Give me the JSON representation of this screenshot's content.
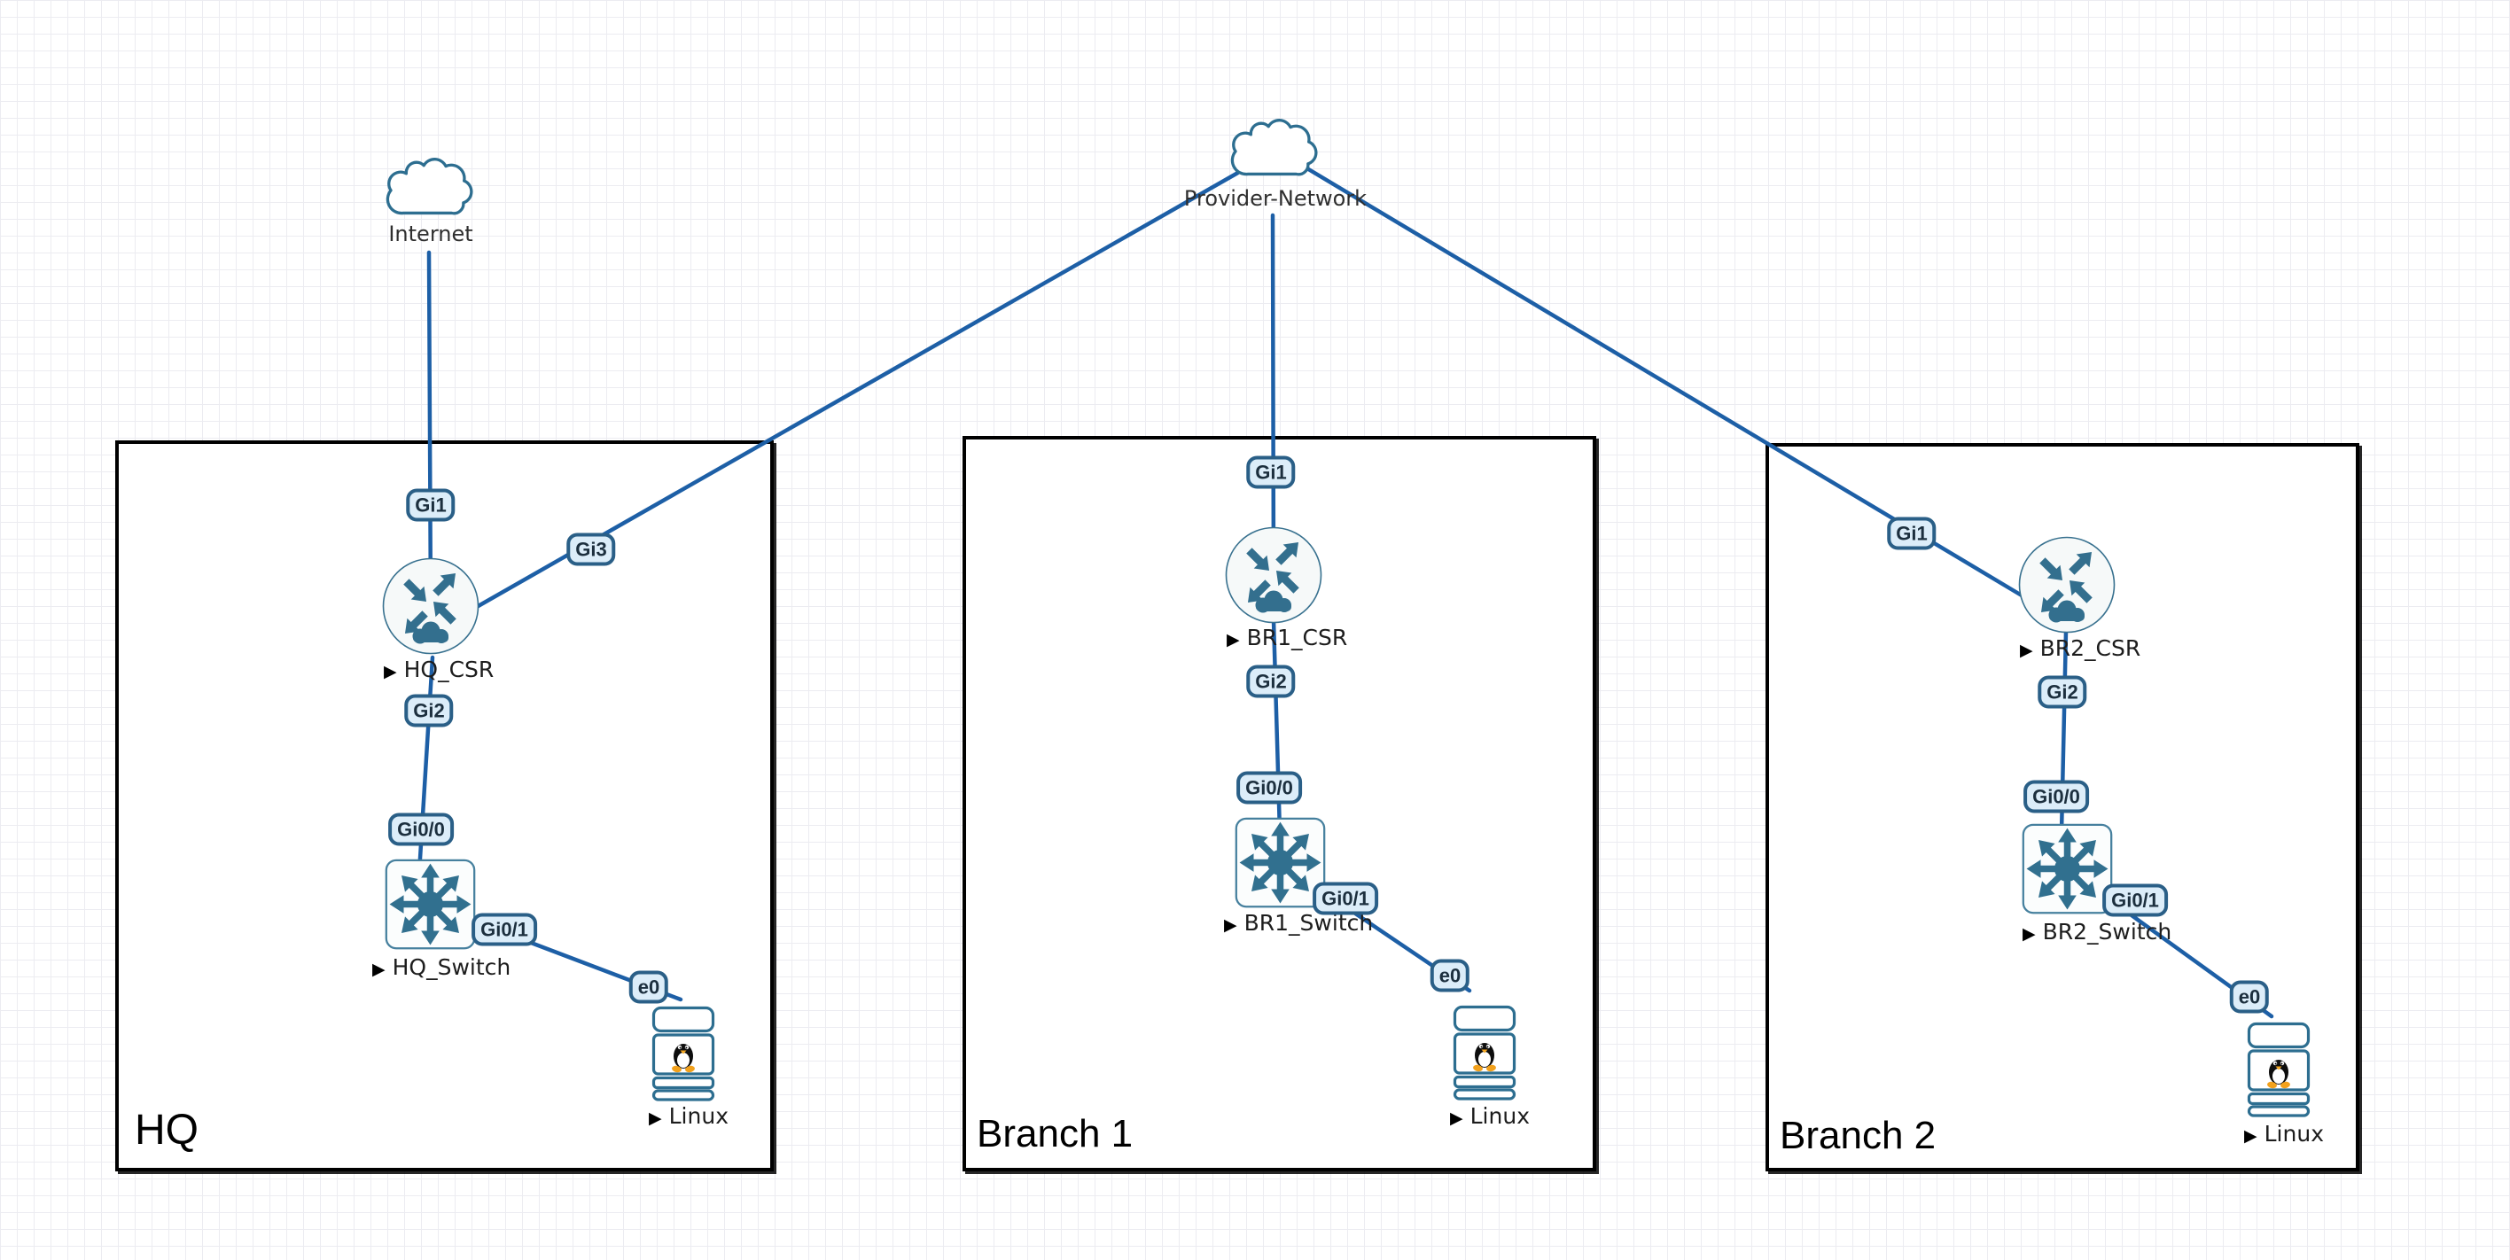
{
  "app": {
    "name": "GNS3 topology canvas"
  },
  "status_glyph": "▶",
  "colors": {
    "link": "#1d5fa6",
    "icon_stroke": "#2d6e90",
    "icon_dark": "#336f8e",
    "badge_bg": "#dcedf9",
    "badge_border": "#2a5f87",
    "badge_text": "#1c2f3e",
    "box_border": "#000000",
    "grid": "#ececf1"
  },
  "clouds": {
    "internet": {
      "label": "Internet"
    },
    "provider": {
      "label": "Provider-Network"
    }
  },
  "sites": {
    "hq": {
      "label": "HQ",
      "router": "HQ_CSR",
      "switch": "HQ_Switch",
      "host": "Linux",
      "ifaces": {
        "gi1": "Gi1",
        "gi3": "Gi3",
        "gi2": "Gi2",
        "gi0_0": "Gi0/0",
        "gi0_1": "Gi0/1",
        "e0": "e0"
      }
    },
    "branch1": {
      "label": "Branch 1",
      "router": "BR1_CSR",
      "switch": "BR1_Switch",
      "host": "Linux",
      "ifaces": {
        "gi1": "Gi1",
        "gi2": "Gi2",
        "gi0_0": "Gi0/0",
        "gi0_1": "Gi0/1",
        "e0": "e0"
      }
    },
    "branch2": {
      "label": "Branch 2",
      "router": "BR2_CSR",
      "switch": "BR2_Switch",
      "host": "Linux",
      "ifaces": {
        "gi1": "Gi1",
        "gi2": "Gi2",
        "gi0_0": "Gi0/0",
        "gi0_1": "Gi0/1",
        "e0": "e0"
      }
    }
  }
}
